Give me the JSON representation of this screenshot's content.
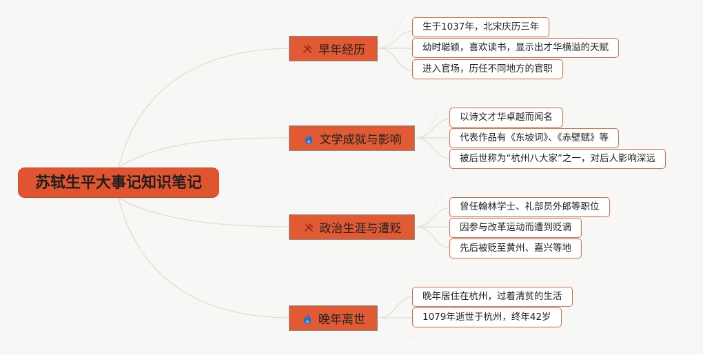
{
  "root": {
    "label": "苏轼生平大事记知识笔记"
  },
  "branches": [
    {
      "label": "早年经历",
      "icon": "tools-icon",
      "leaves": [
        "生于1037年，北宋庆历三年",
        "幼时聪颖，喜欢读书，显示出才华横溢的天赋",
        "进入官场，历任不同地方的官职"
      ]
    },
    {
      "label": "文学成就与影响",
      "icon": "flame-icon",
      "leaves": [
        "以诗文才华卓越而闻名",
        "代表作品有《东坡词》、《赤壁赋》等",
        "被后世称为“杭州八大家”之一，对后人影响深远"
      ]
    },
    {
      "label": "政治生涯与遭贬",
      "icon": "tools-icon",
      "leaves": [
        "曾任翰林学士、礼部员外郎等职位",
        "因参与改革运动而遭到贬谪",
        "先后被贬至黄州、嘉兴等地"
      ]
    },
    {
      "label": "晚年离世",
      "icon": "flame-icon",
      "leaves": [
        "晚年居住在杭州，过着清贫的生活",
        "1079年逝世于杭州，终年42岁"
      ]
    }
  ],
  "colors": {
    "root_fill": "#e0552f",
    "branch_fill": "#e05a33",
    "leaf_border": "#e26a48",
    "link": "#e3d6c8",
    "background": "#f7f7f6"
  }
}
